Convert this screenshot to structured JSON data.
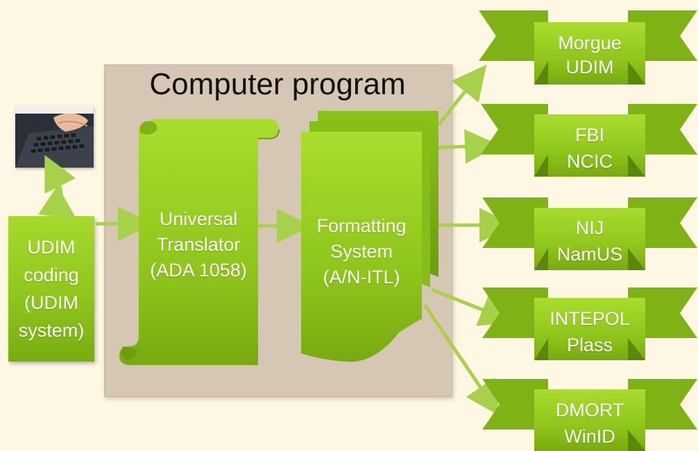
{
  "program": {
    "title": "Computer program"
  },
  "udim": {
    "label": "UDIM\ncoding\n(UDIM\nsystem)"
  },
  "translator": {
    "label": "Universal\nTranslator\n(ADA 1058)"
  },
  "formatting": {
    "label": "Formatting\nSystem\n(A/N-ITL)"
  },
  "destinations": [
    {
      "label": "Morgue\nUDIM"
    },
    {
      "label": "FBI\nNCIC"
    },
    {
      "label": "NIJ\nNamUS"
    },
    {
      "label": "INTEPOL\nPlass"
    },
    {
      "label": "DMORT\nWinID"
    }
  ],
  "colors": {
    "green": "#8fc61b",
    "arrow": "#a8d14a",
    "program_bg": "#d5c7b3",
    "background": "#fdf7e3"
  },
  "icons": {
    "laptop": "laptop-typing-photo-icon"
  }
}
